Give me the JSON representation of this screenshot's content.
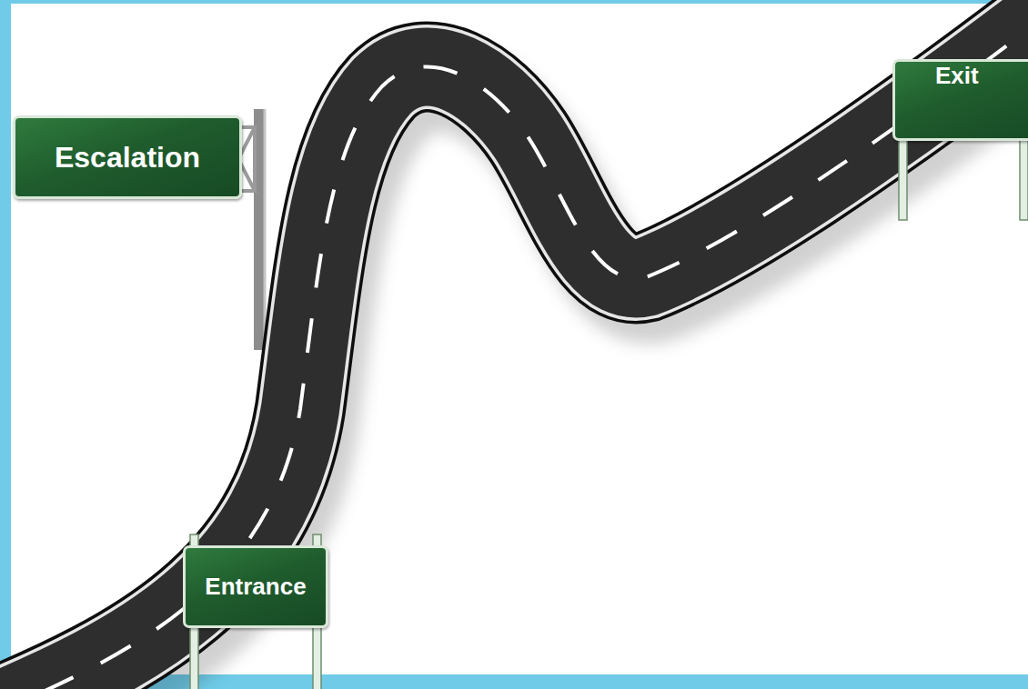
{
  "diagram": {
    "nodes": [
      {
        "text": [
          "Escalation"
        ]
      },
      {
        "text": [
          "Exit"
        ]
      },
      {
        "text": [
          "Entrance"
        ]
      }
    ]
  }
}
